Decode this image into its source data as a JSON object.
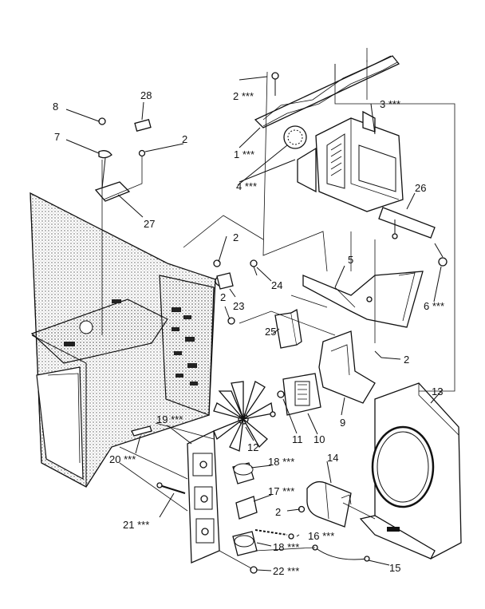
{
  "labels": {
    "p1": "1 ***",
    "p2a": "2 ***",
    "p2b": "2",
    "p2c": "2",
    "p2d": "2",
    "p2e": "2",
    "p2f": "2",
    "p3": "3 ***",
    "p4": "4 ***",
    "p5": "5",
    "p6": "6 ***",
    "p7": "7",
    "p8": "8",
    "p9": "9",
    "p10": "10",
    "p11": "11",
    "p12": "12",
    "p13": "13",
    "p14": "14",
    "p15": "15",
    "p16": "16 ***",
    "p17": "17 ***",
    "p18a": "18 ***",
    "p18b": "18 ***",
    "p19": "19 ***",
    "p20": "20 ***",
    "p21": "21 ***",
    "p22": "22 ***",
    "p23": "23",
    "p24": "24",
    "p25": "25",
    "p26": "26",
    "p27": "27",
    "p28": "28"
  }
}
